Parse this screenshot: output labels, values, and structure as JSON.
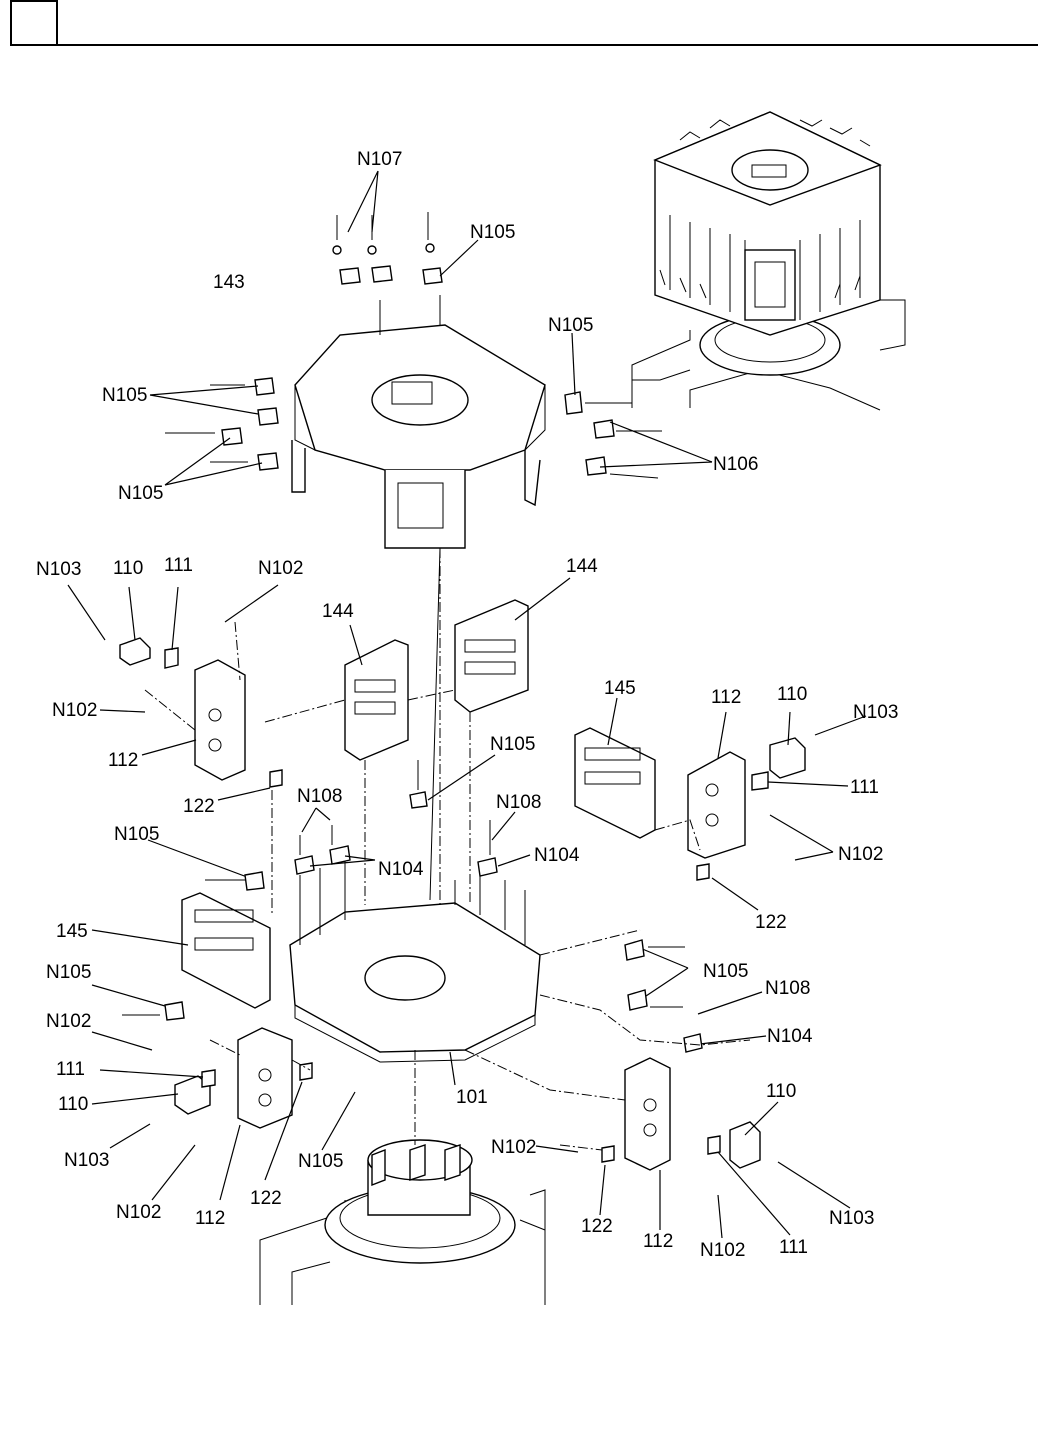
{
  "labels": {
    "n107": "N107",
    "n105": "N105",
    "n106": "N106",
    "n103": "N103",
    "n102": "N102",
    "n108": "N108",
    "n104": "N104",
    "p143": "143",
    "p144": "144",
    "p145": "145",
    "p110": "110",
    "p111": "111",
    "p112": "112",
    "p122": "122",
    "p101": "101"
  }
}
